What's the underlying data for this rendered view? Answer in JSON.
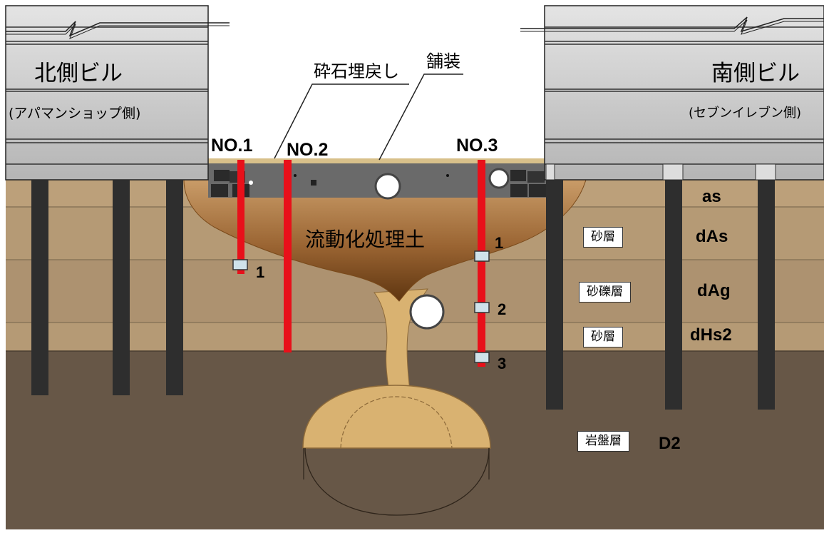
{
  "buildings": {
    "north": {
      "name": "北側ビル",
      "note": "(アパマンショップ側)"
    },
    "south": {
      "name": "南側ビル",
      "note": "(セブンイレブン側)"
    }
  },
  "callouts": {
    "crushed_stone": "砕石埋戻し",
    "paving": "舗装"
  },
  "boreholes": [
    {
      "id": "NO.1",
      "sensors": [
        "1"
      ]
    },
    {
      "id": "NO.2",
      "sensors": []
    },
    {
      "id": "NO.3",
      "sensors": [
        "1",
        "2",
        "3"
      ]
    }
  ],
  "fill_label": "流動化処理土",
  "layers": [
    {
      "name": "",
      "code": "as"
    },
    {
      "name": "砂層",
      "code": "dAs"
    },
    {
      "name": "砂礫層",
      "code": "dAg"
    },
    {
      "name": "砂層",
      "code": "dHs2"
    },
    {
      "name": "岩盤層",
      "code": "D2"
    }
  ],
  "colors": {
    "soil_upper": "#b69a74",
    "soil_bedrock": "#675747",
    "fill_top": "#c79a66",
    "fill_bottom": "#6a3d12",
    "tunnel": "#d9b271",
    "pavement": "#6b6b6b",
    "building": "#bfbfbf",
    "borehole": "#e8101a",
    "sensor": "#cfe2ea"
  }
}
